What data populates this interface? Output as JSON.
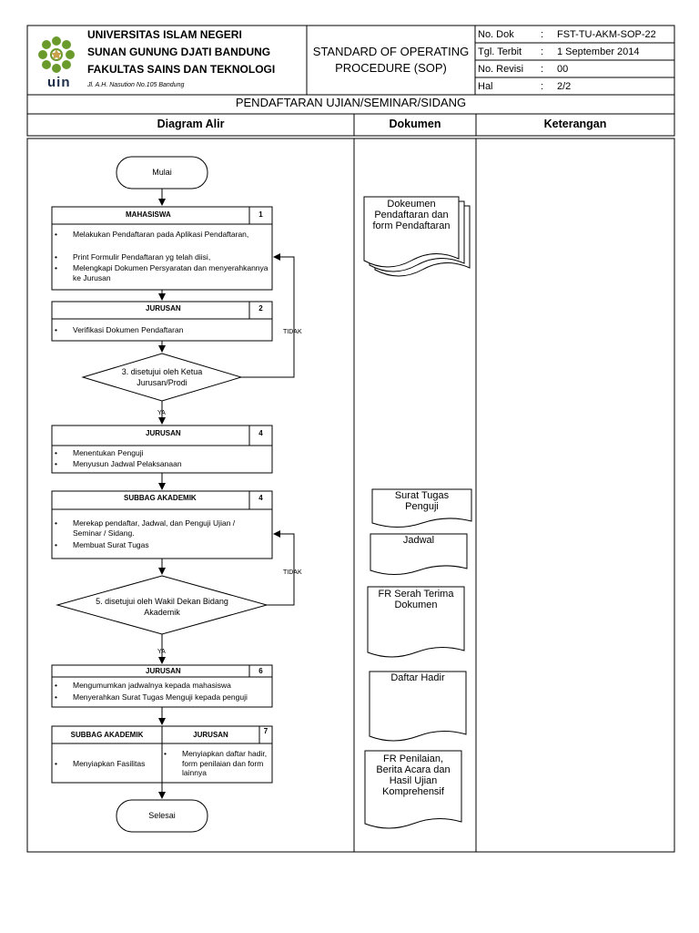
{
  "header": {
    "univ_line1": "UNIVERSITAS ISLAM NEGERI",
    "univ_line2": "SUNAN GUNUNG DJATI BANDUNG",
    "univ_line3": "FAKULTAS SAINS DAN TEKNOLOGI",
    "address": "Jl. A.H. Nasution No.105 Bandung",
    "logo_text": "uin",
    "sop_line1": "STANDARD OF OPERATING",
    "sop_line2": "PROCEDURE (SOP)",
    "meta": [
      {
        "label": "No. Dok",
        "sep": ":",
        "value": "FST-TU-AKM-SOP-22"
      },
      {
        "label": "Tgl. Terbit",
        "sep": ":",
        "value": "1 September 2014"
      },
      {
        "label": "No. Revisi",
        "sep": ":",
        "value": "00"
      },
      {
        "label": "Hal",
        "sep": ":",
        "value": "2/2"
      }
    ],
    "doc_title": "PENDAFTARAN UJIAN/SEMINAR/SIDANG"
  },
  "columns": {
    "diagram": "Diagram Alir",
    "dokumen": "Dokumen",
    "keterangan": "Keterangan"
  },
  "flow": {
    "start": "Mulai",
    "end": "Selesai",
    "step1": {
      "actor": "MAHASISWA",
      "num": "1",
      "items": [
        "Melakukan Pendaftaran pada Aplikasi Pendaftaran,",
        "Print Formulir Pendaftaran yg telah diisi,",
        "Melengkapi Dokumen Persyaratan dan menyerahkannya ke Jurusan"
      ]
    },
    "step2": {
      "actor": "JURUSAN",
      "num": "2",
      "items": [
        "Verifikasi Dokumen Pendaftaran"
      ]
    },
    "decision3": {
      "text_line1": "3. disetujui oleh Ketua",
      "text_line2": "Jurusan/Prodi",
      "no": "TIDAK",
      "yes": "YA"
    },
    "step4a": {
      "actor": "JURUSAN",
      "num": "4",
      "items": [
        "Menentukan Penguji",
        "Menyusun Jadwal Pelaksanaan"
      ]
    },
    "step4b": {
      "actor": "SUBBAG AKADEMIK",
      "num": "4",
      "items": [
        "Merekap pendaftar, Jadwal, dan Penguji Ujian / Seminar / Sidang.",
        "Membuat Surat Tugas"
      ]
    },
    "decision5": {
      "text_line1": "5. disetujui oleh Wakil Dekan Bidang",
      "text_line2": "Akademik",
      "no": "TIDAK",
      "yes": "YA"
    },
    "step6": {
      "actor": "JURUSAN",
      "num": "6",
      "items": [
        "Mengumumkan jadwalnya kepada mahasiswa",
        "Menyerahkan Surat Tugas Menguji kepada penguji"
      ]
    },
    "step7": {
      "actor_left": "SUBBAG AKADEMIK",
      "actor_right": "JURUSAN",
      "num": "7",
      "left_items": [
        "Menyiapkan Fasilitas"
      ],
      "right_items": [
        "Menyiapkan daftar hadir, form penilaian dan form lainnya"
      ]
    }
  },
  "documents": [
    {
      "line1": "Dokeumen",
      "line2": "Pendaftaran dan",
      "line3": "form Pendaftaran"
    },
    {
      "line1": "Surat Tugas",
      "line2": "Penguji"
    },
    {
      "line1": "Jadwal"
    },
    {
      "line1": "FR Serah Terima",
      "line2": "Dokumen"
    },
    {
      "line1": "Daftar Hadir"
    },
    {
      "line1": "FR Penilaian,",
      "line2": "Berita Acara dan",
      "line3": "Hasil Ujian",
      "line4": "Komprehensif"
    }
  ],
  "colors": {
    "logo_green": "#6a9a2c",
    "line": "#000000"
  }
}
